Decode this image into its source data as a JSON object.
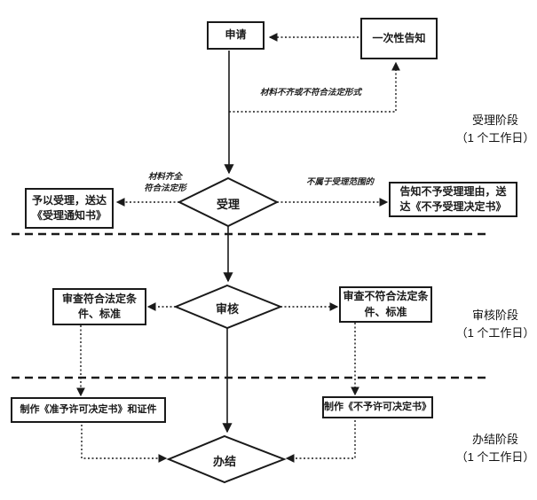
{
  "nodes": {
    "apply": "申请",
    "notice": "一次性告知",
    "accept": "受理",
    "review": "审核",
    "finish": "办结"
  },
  "boxes": {
    "accept_yes": "予以受理，送达\n《受理通知书》",
    "accept_no": "告知不予受理理由，送\n达《不予受理决定书》",
    "review_pass": "审查符合法定条\n件、标准",
    "review_fail": "审查不符合法定条\n件、标准",
    "make_permit": "制作《准予许可决定书》和证件",
    "make_denial": "制作《不予许可决定书》"
  },
  "edge_labels": {
    "incomplete": "材料不齐或不符合法定形式",
    "complete": "材料齐全\n符合法定形",
    "out_of_scope": "不属于受理范围的"
  },
  "stages": {
    "accept": {
      "name": "受理阶段",
      "duration": "（1 个工作日）"
    },
    "review": {
      "name": "审核阶段",
      "duration": "（1 个工作日）"
    },
    "finish": {
      "name": "办结阶段",
      "duration": "（1 个工作日）"
    }
  },
  "colors": {
    "line": "#1a1a1a",
    "background": "#ffffff"
  }
}
